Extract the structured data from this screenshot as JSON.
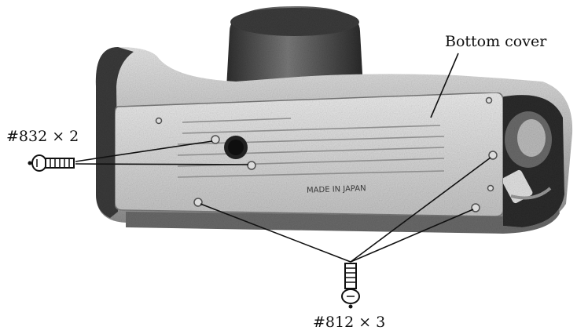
{
  "labels": {
    "bottom_cover": "Bottom cover",
    "screw_832": "#832 × 2",
    "screw_812": "#812 × 3"
  },
  "engraving": "MADE IN JAPAN",
  "colors": {
    "ink": "#111111",
    "body_light": "#d9d9d9",
    "body_mid": "#a8a8a8",
    "body_dark": "#3a3a3a",
    "lens": "#4a4a4a"
  }
}
